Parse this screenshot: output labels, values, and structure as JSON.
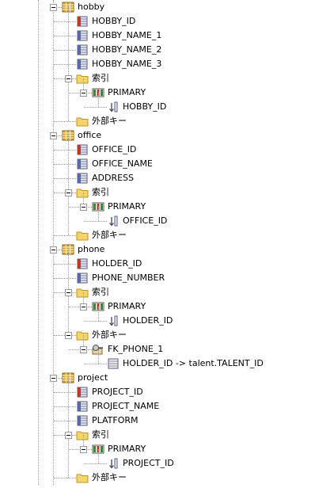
{
  "tree": {
    "items": [
      {
        "label": "hobby",
        "type": "table",
        "depth": 0
      },
      {
        "label": "HOBBY_ID",
        "type": "column-pk",
        "depth": 1
      },
      {
        "label": "HOBBY_NAME_1",
        "type": "column",
        "depth": 1
      },
      {
        "label": "HOBBY_NAME_2",
        "type": "column",
        "depth": 1
      },
      {
        "label": "HOBBY_NAME_3",
        "type": "column",
        "depth": 1
      },
      {
        "label": "索引",
        "type": "folder",
        "depth": 1
      },
      {
        "label": "PRIMARY",
        "type": "index",
        "depth": 2
      },
      {
        "label": "HOBBY_ID",
        "type": "index-col",
        "depth": 3
      },
      {
        "label": "外部キー",
        "type": "folder",
        "depth": 1
      },
      {
        "label": "office",
        "type": "table",
        "depth": 0
      },
      {
        "label": "OFFICE_ID",
        "type": "column-pk",
        "depth": 1
      },
      {
        "label": "OFFICE_NAME",
        "type": "column",
        "depth": 1
      },
      {
        "label": "ADDRESS",
        "type": "column",
        "depth": 1
      },
      {
        "label": "索引",
        "type": "folder",
        "depth": 1
      },
      {
        "label": "PRIMARY",
        "type": "index",
        "depth": 2
      },
      {
        "label": "OFFICE_ID",
        "type": "index-col",
        "depth": 3
      },
      {
        "label": "外部キー",
        "type": "folder",
        "depth": 1
      },
      {
        "label": "phone",
        "type": "table",
        "depth": 0
      },
      {
        "label": "HOLDER_ID",
        "type": "column-pk",
        "depth": 1
      },
      {
        "label": "PHONE_NUMBER",
        "type": "column",
        "depth": 1
      },
      {
        "label": "索引",
        "type": "folder",
        "depth": 1
      },
      {
        "label": "PRIMARY",
        "type": "index",
        "depth": 2
      },
      {
        "label": "HOLDER_ID",
        "type": "index-col",
        "depth": 3
      },
      {
        "label": "外部キー",
        "type": "folder",
        "depth": 1
      },
      {
        "label": "FK_PHONE_1",
        "type": "fk",
        "depth": 2
      },
      {
        "label": "HOLDER_ID -> talent.TALENT_ID",
        "type": "fk-col",
        "depth": 3
      },
      {
        "label": "project",
        "type": "table",
        "depth": 0
      },
      {
        "label": "PROJECT_ID",
        "type": "column-pk",
        "depth": 1
      },
      {
        "label": "PROJECT_NAME",
        "type": "column",
        "depth": 1
      },
      {
        "label": "PLATFORM",
        "type": "column",
        "depth": 1
      },
      {
        "label": "索引",
        "type": "folder",
        "depth": 1
      },
      {
        "label": "PRIMARY",
        "type": "index",
        "depth": 2
      },
      {
        "label": "PROJECT_ID",
        "type": "index-col",
        "depth": 3
      },
      {
        "label": "外部キー",
        "type": "folder",
        "depth": 1
      }
    ]
  },
  "colors": {
    "tree_line": "#9a9a9a",
    "folder": "#f3d56b",
    "table": "#d9a33a",
    "pk_column": "#c0392b",
    "column": "#5968a8",
    "index": "#3a8a3a"
  }
}
